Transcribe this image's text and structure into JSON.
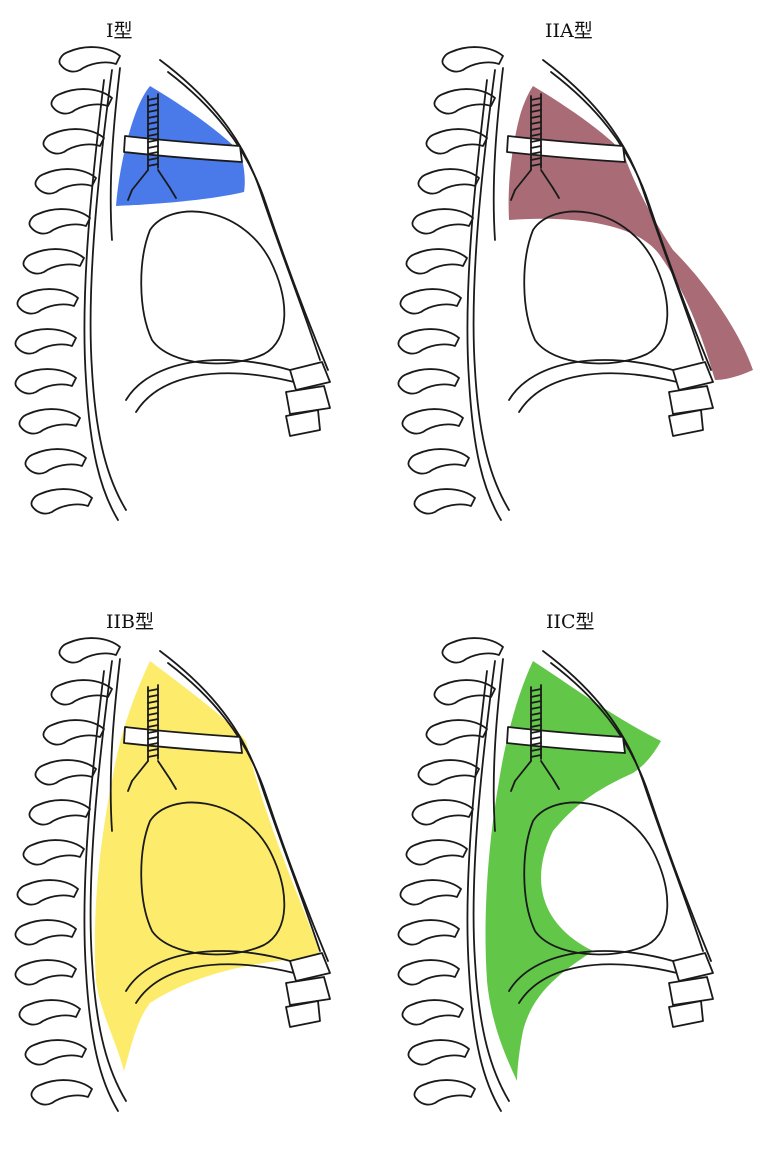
{
  "panels": [
    {
      "label": "I型",
      "color": "#3b6fe8"
    },
    {
      "label": "IIA型",
      "color": "#a2606a"
    },
    {
      "label": "IIB型",
      "color": "#fdea5e"
    },
    {
      "label": "IIC型",
      "color": "#55c23a"
    }
  ]
}
